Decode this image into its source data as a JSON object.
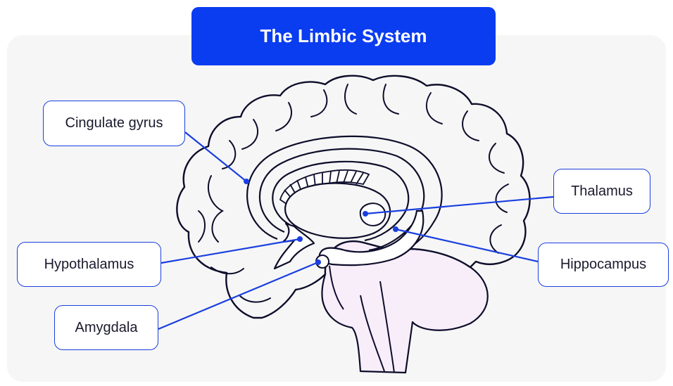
{
  "title": "The Limbic System",
  "labels": {
    "cingulate_gyrus": "Cingulate gyrus",
    "hypothalamus": "Hypothalamus",
    "amygdala": "Amygdala",
    "thalamus": "Thalamus",
    "hippocampus": "Hippocampus"
  },
  "colors": {
    "accent": "#0a3cf0",
    "leader_line": "#1a3fe0",
    "brainstem_fill": "#f8eefa",
    "panel": "#f6f6f6",
    "outline": "#0d0d2b"
  }
}
